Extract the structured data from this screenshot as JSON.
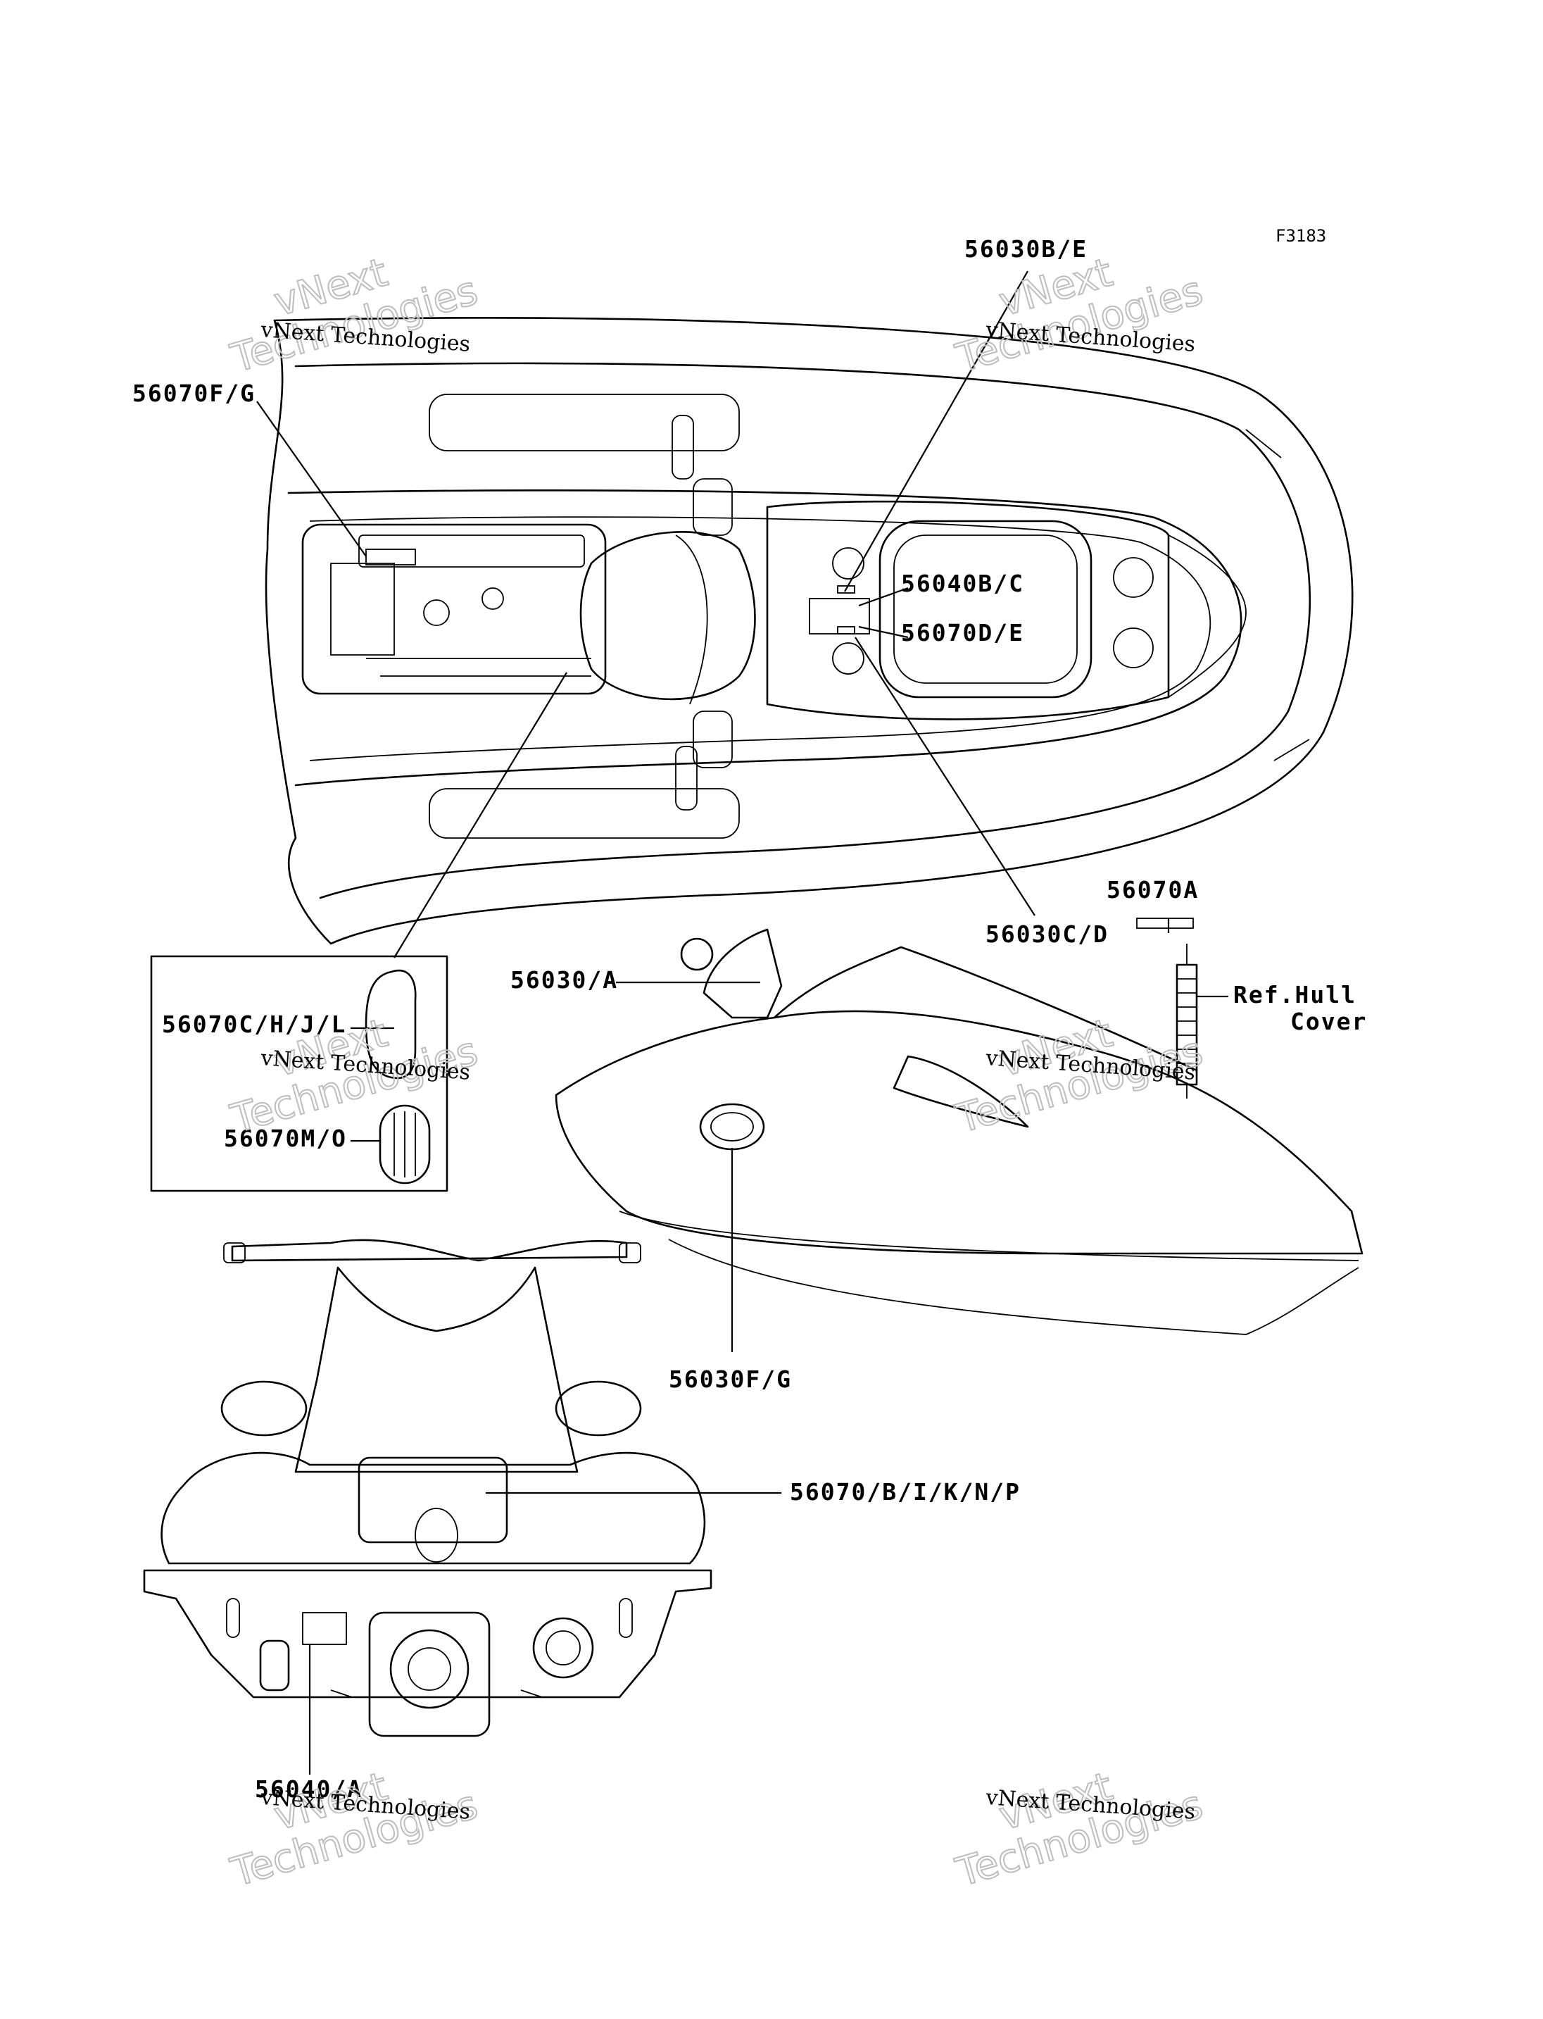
{
  "figure_id": "F3183",
  "callouts": {
    "c1": "56030B/E",
    "c2": "56070F/G",
    "c3": "56040B/C",
    "c4": "56070D/E",
    "c5": "56070A",
    "c6": "56030C/D",
    "c7": "Ref.Hull",
    "c8": "Cover",
    "c9": "56030/A",
    "c10": "56070C/H/J/L",
    "c11": "56070M/O",
    "c12": "56030F/G",
    "c13": "56070/B/I/K/N/P",
    "c14": "56040/A"
  },
  "watermark": {
    "line1": "vNext",
    "line2": "Technologies",
    "caption": "vNext Technologies"
  }
}
